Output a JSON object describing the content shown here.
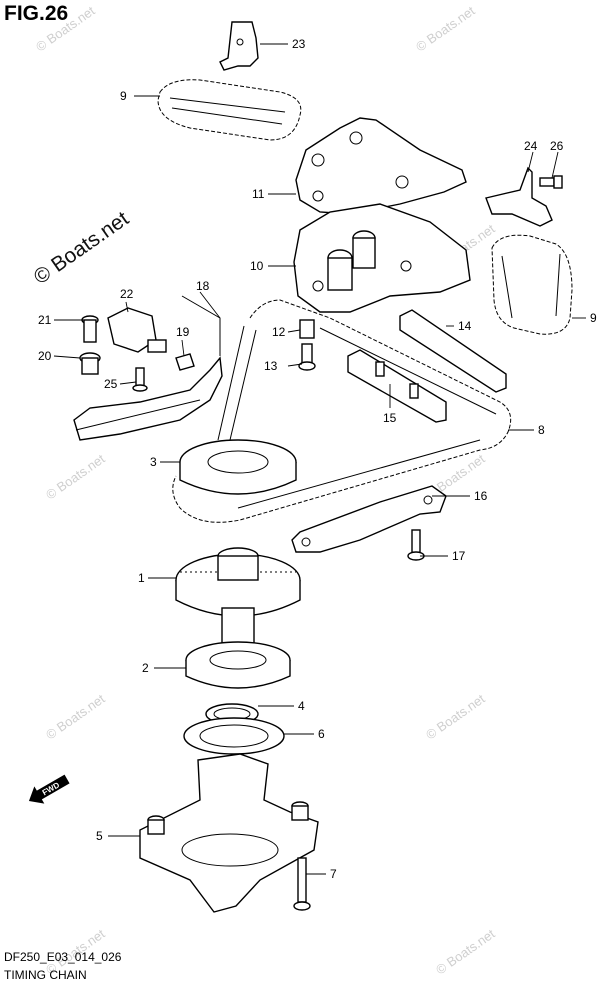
{
  "figure": {
    "title": "FIG.26",
    "model_code": "DF250_E03_014_026",
    "name": "TIMING CHAIN"
  },
  "watermark": {
    "main": "© Boats.net",
    "repeat": "© Boats.net"
  },
  "fwd_label": "FWD",
  "callouts": {
    "c1": "1",
    "c2": "2",
    "c3": "3",
    "c4": "4",
    "c5": "5",
    "c6": "6",
    "c7": "7",
    "c8": "8",
    "c9a": "9",
    "c9b": "9",
    "c10": "10",
    "c11": "11",
    "c12": "12",
    "c13": "13",
    "c14": "14",
    "c15": "15",
    "c16": "16",
    "c17": "17",
    "c18": "18",
    "c19": "19",
    "c20": "20",
    "c21": "21",
    "c22": "22",
    "c23": "23",
    "c24": "24",
    "c25": "25",
    "c26": "26"
  },
  "colors": {
    "line": "#000000",
    "background": "#ffffff",
    "watermark": "#cfcfcf"
  }
}
